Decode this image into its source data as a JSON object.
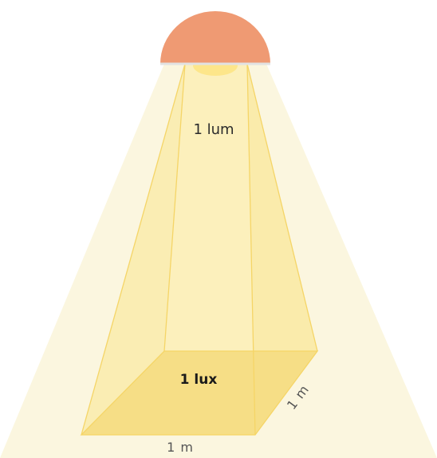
{
  "labels": {
    "flux": "1 lum",
    "illuminance": "1 lux",
    "width": "1 m",
    "depth": "1 m"
  },
  "colors": {
    "light_cone": "#fbf6df",
    "pyramid_side": "#fbefb6",
    "pyramid_edge": "#f5d567",
    "floor_patch": "#f6de86",
    "lamp_shade": "#ef9a73",
    "lamp_rim": "#e2e2e2",
    "bulb_glow": "#fde68a"
  },
  "icons": {
    "lamp": "dome-lamp-icon"
  }
}
